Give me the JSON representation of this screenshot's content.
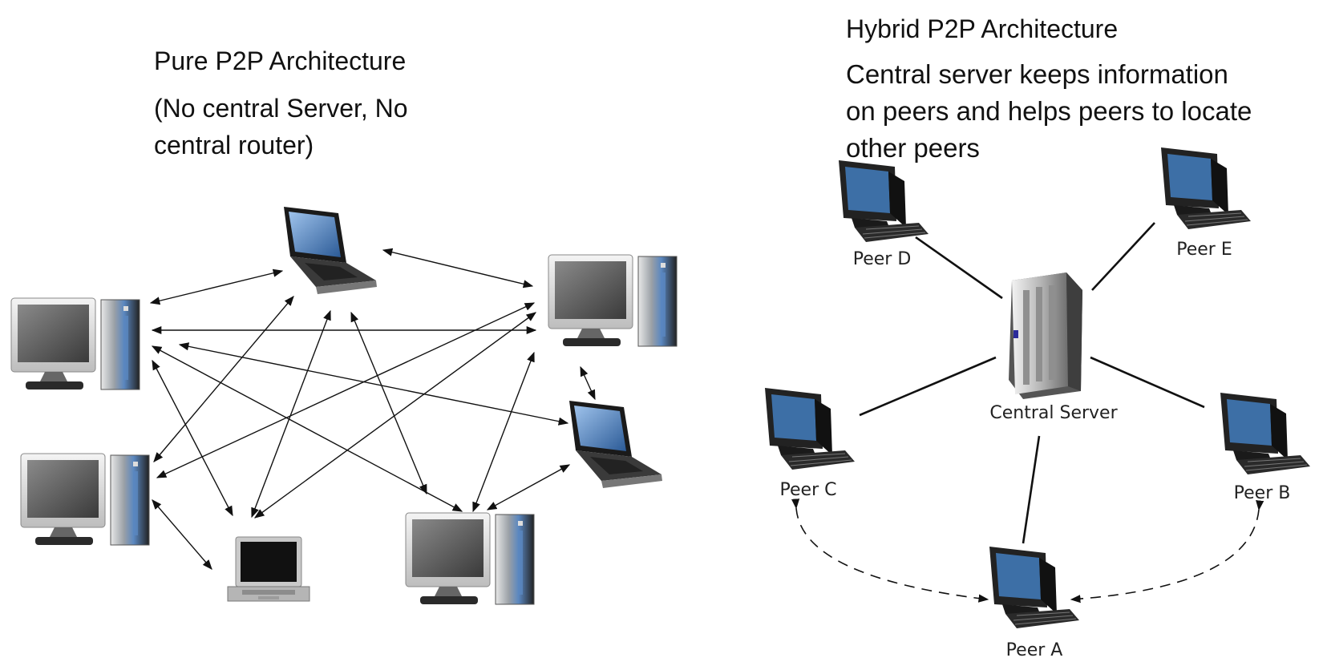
{
  "pure": {
    "title": "Pure P2P Architecture",
    "subtitle_lines": [
      "(No central Server, No",
      "central router)"
    ]
  },
  "hybrid": {
    "title": "Hybrid P2P Architecture",
    "description_lines": [
      "Central server keeps information",
      "on peers and helps peers to locate",
      "other peers"
    ],
    "server_label": "Central Server",
    "peer_labels": {
      "a": "Peer A",
      "b": "Peer B",
      "c": "Peer C",
      "d": "Peer D",
      "e": "Peer E"
    }
  },
  "colors": {
    "screen_blue": "#3d6fa6",
    "device_dark": "#1c1c1c",
    "tower_blue": "#5a87c0",
    "line": "#111111"
  }
}
